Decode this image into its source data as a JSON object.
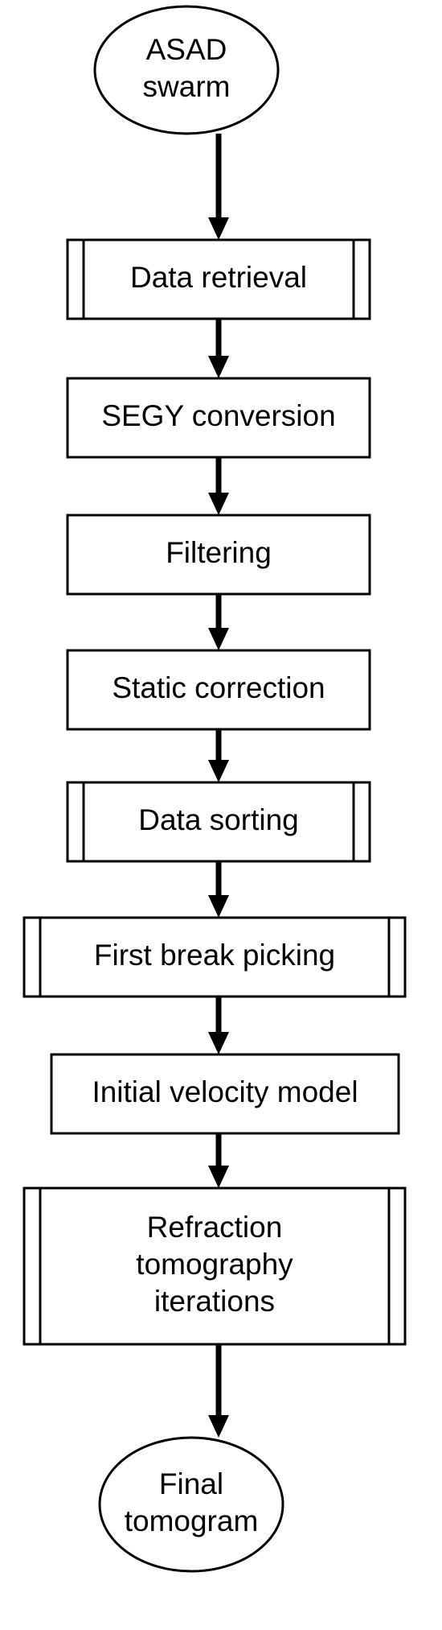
{
  "flowchart": {
    "nodes": [
      {
        "id": "start",
        "type": "terminator",
        "lines": [
          "ASAD",
          "swarm"
        ]
      },
      {
        "id": "data-retrieval",
        "type": "subprocess",
        "lines": [
          "Data retrieval"
        ]
      },
      {
        "id": "segy-conversion",
        "type": "process",
        "lines": [
          "SEGY conversion"
        ]
      },
      {
        "id": "filtering",
        "type": "process",
        "lines": [
          "Filtering"
        ]
      },
      {
        "id": "static-correction",
        "type": "process",
        "lines": [
          "Static correction"
        ]
      },
      {
        "id": "data-sorting",
        "type": "subprocess",
        "lines": [
          "Data sorting"
        ]
      },
      {
        "id": "first-break-picking",
        "type": "subprocess",
        "lines": [
          "First break picking"
        ]
      },
      {
        "id": "initial-velocity-model",
        "type": "process",
        "lines": [
          "Initial velocity model"
        ]
      },
      {
        "id": "refraction-tomography",
        "type": "subprocess",
        "lines": [
          "Refraction",
          "tomography",
          "iterations"
        ]
      },
      {
        "id": "end",
        "type": "terminator",
        "lines": [
          "Final",
          "tomogram"
        ]
      }
    ],
    "edges": [
      {
        "from": "start",
        "to": "data-retrieval"
      },
      {
        "from": "data-retrieval",
        "to": "segy-conversion"
      },
      {
        "from": "segy-conversion",
        "to": "filtering"
      },
      {
        "from": "filtering",
        "to": "static-correction"
      },
      {
        "from": "static-correction",
        "to": "data-sorting"
      },
      {
        "from": "data-sorting",
        "to": "first-break-picking"
      },
      {
        "from": "first-break-picking",
        "to": "initial-velocity-model"
      },
      {
        "from": "initial-velocity-model",
        "to": "refraction-tomography"
      },
      {
        "from": "refraction-tomography",
        "to": "end"
      }
    ]
  }
}
